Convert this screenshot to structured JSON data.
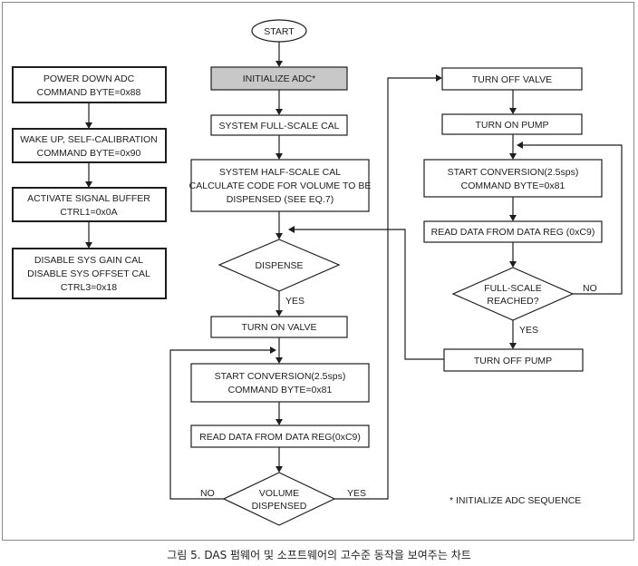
{
  "diagram": {
    "start": "START",
    "init": "INITIALIZE ADC*",
    "sys_full": "SYSTEM FULL-SCALE CAL",
    "sys_half": [
      "SYSTEM HALF-SCALE CAL",
      "CALCULATE CODE FOR VOLUME TO BE",
      "DISPENSED (SEE EQ.7)"
    ],
    "dispense": "DISPENSE",
    "yes_dispense": "YES",
    "turn_on_valve": "TURN ON VALVE",
    "start_conv": [
      "START CONVERSION(2.5sps)",
      "COMMAND BYTE=0x81"
    ],
    "read_data": "READ DATA FROM DATA REG(0xC9)",
    "vol_dispensed": [
      "VOLUME",
      "DISPENSED"
    ],
    "no_vol": "NO",
    "yes_vol": "YES",
    "left_boxes": [
      [
        "POWER DOWN ADC",
        "COMMAND BYTE=0x88"
      ],
      [
        "WAKE UP, SELF-CALIBRATION",
        "COMMAND BYTE=0x90"
      ],
      [
        "ACTIVATE SIGNAL BUFFER",
        "CTRL1=0x0A"
      ],
      [
        "DISABLE SYS GAIN CAL",
        "DISABLE SYS OFFSET CAL",
        "CTRL3=0x18"
      ]
    ],
    "turn_off_valve": "TURN OFF VALVE",
    "turn_on_pump": "TURN ON PUMP",
    "start_conv2": [
      "START CONVERSION(2.5sps)",
      "COMMAND BYTE=0x81"
    ],
    "read_data2": "READ DATA FROM DATA REG (0xC9)",
    "full_scale": [
      "FULL-SCALE",
      "REACHED?"
    ],
    "no_full": "NO",
    "yes_full": "YES",
    "turn_off_pump": "TURN OFF PUMP",
    "footnote": "* INITIALIZE ADC SEQUENCE"
  },
  "caption": "그림 5. DAS 펌웨어 및 소프트웨어의 고수준 동작을 보여주는 차트"
}
